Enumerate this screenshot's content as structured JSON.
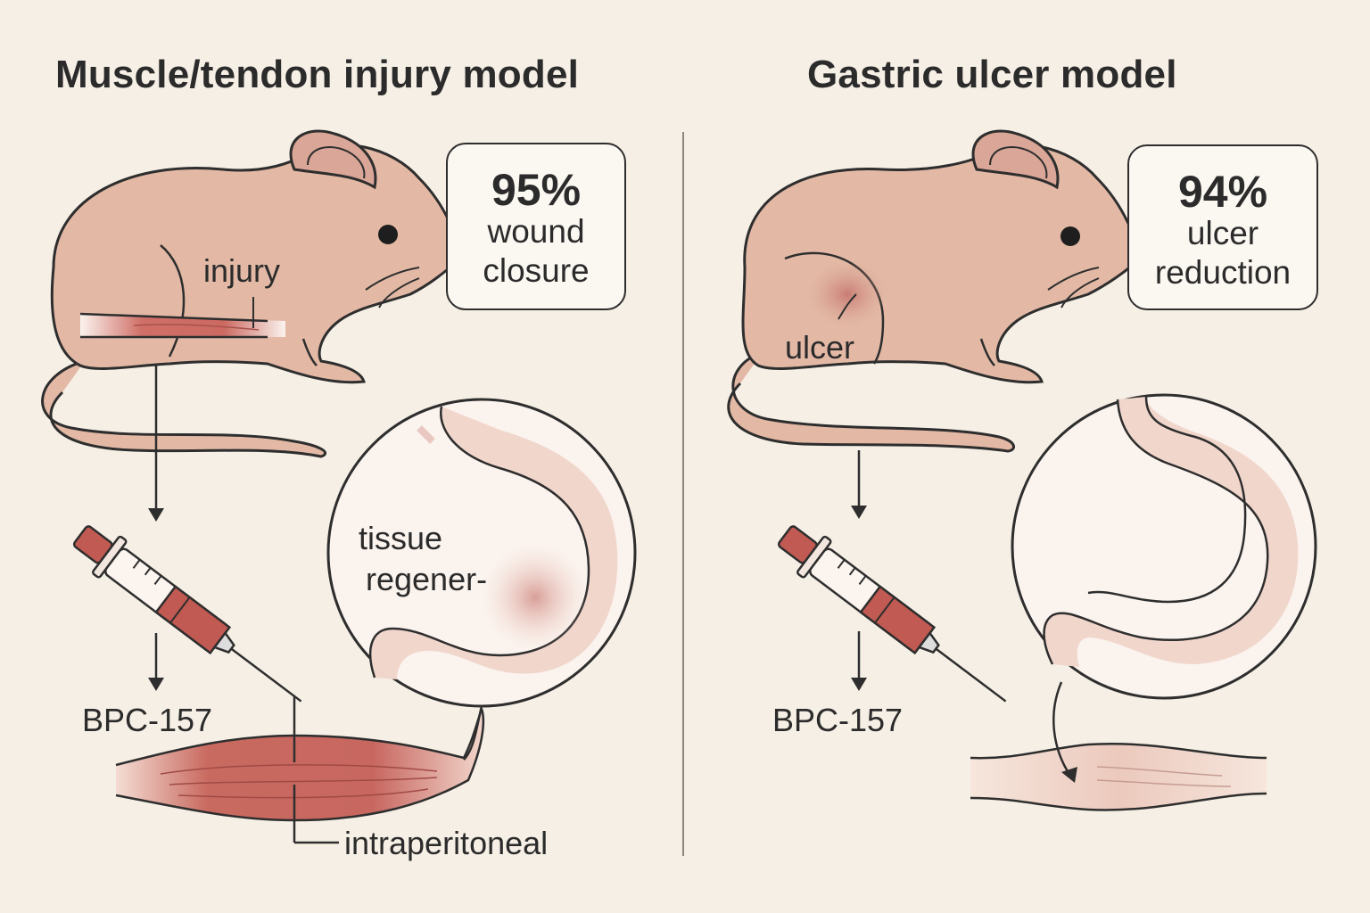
{
  "panels": [
    {
      "title": "Muscle/tendon injury model",
      "stat_value": "95%",
      "stat_line1": "wound",
      "stat_line2": "closure",
      "injury_label": "injury",
      "drug_label": "BPC-157",
      "zoom_line1": "tissue",
      "zoom_line2": "regener-",
      "route_label": "intraperitoneal"
    },
    {
      "title": "Gastric ulcer model",
      "stat_value": "94%",
      "stat_line1": "ulcer",
      "stat_line2": "reduction",
      "injury_label": "ulcer",
      "drug_label": "BPC-157"
    }
  ],
  "colors": {
    "background": "#f6efe5",
    "rat_body": "#e3b9a6",
    "muscle": "#c7665f",
    "stomach": "#f1d6cc",
    "outline": "#2e2e2e"
  }
}
